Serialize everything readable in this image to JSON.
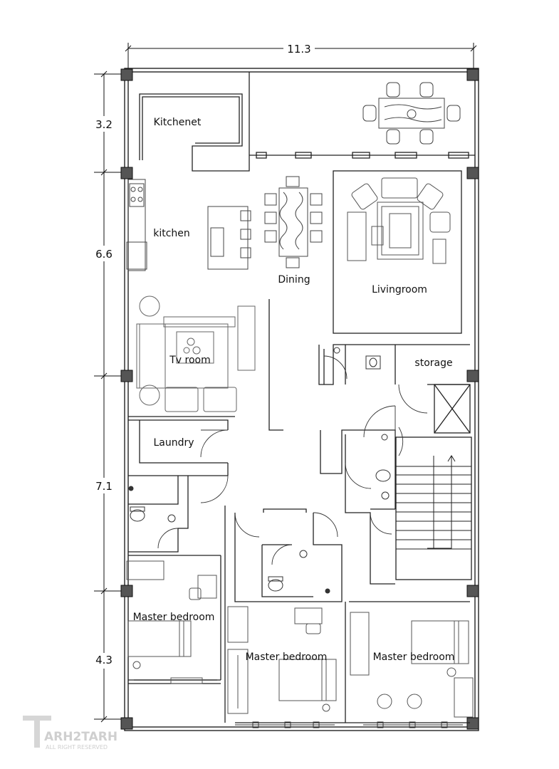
{
  "dimensions": {
    "width_total": "11.3",
    "seg_1": "3.2",
    "seg_2": "6.6",
    "seg_3": "7.1",
    "seg_4": "4.3"
  },
  "rooms": {
    "kitchenet": "Kitchenet",
    "kitchen": "kitchen",
    "dining": "Dining",
    "livingroom": "Livingroom",
    "tv_room": "Tv room",
    "storage": "storage",
    "laundry": "Laundry",
    "master_bedroom_1": "Master bedroom",
    "master_bedroom_2": "Master bedroom",
    "master_bedroom_3": "Master bedroom"
  },
  "watermark": {
    "brand": "ARH2TARH",
    "rights": "ALL RIGHT RESERVED"
  }
}
